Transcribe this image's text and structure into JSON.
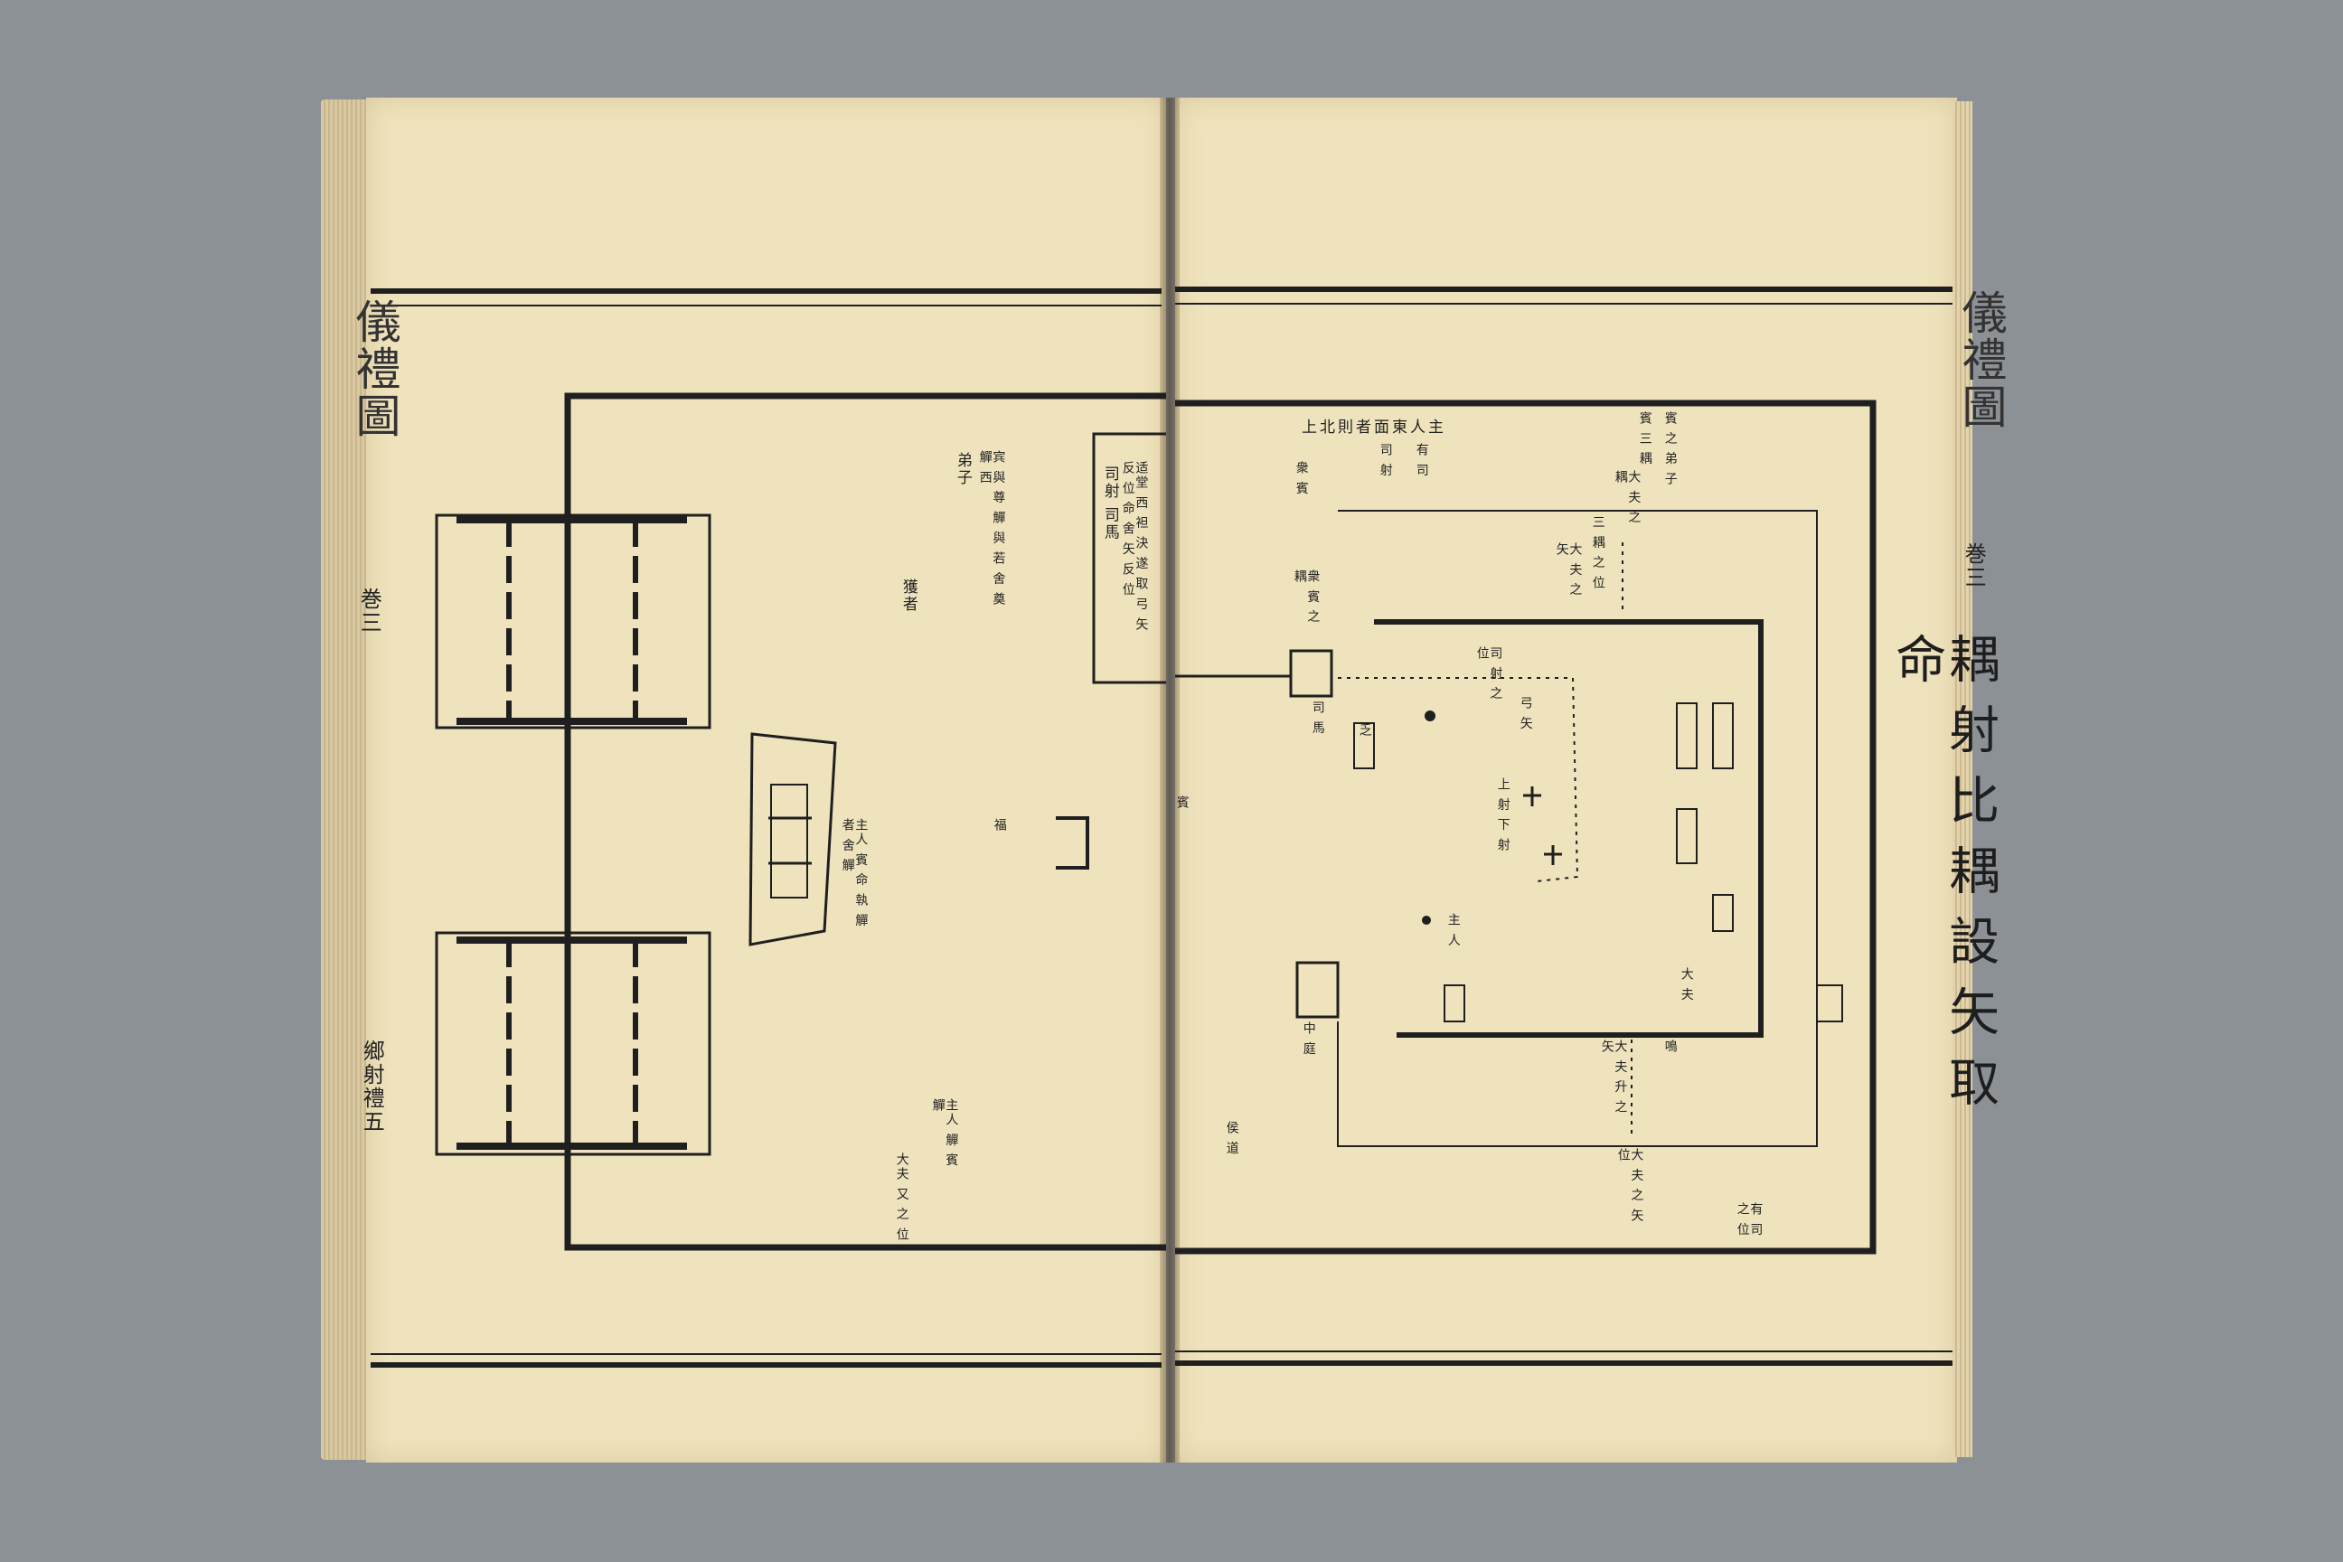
{
  "left_page": {
    "margin_title": "儀禮圖",
    "margin_volume": "巻三",
    "margin_chapter": "鄉射禮五",
    "labels": {
      "hou": "獲者",
      "dizi": "弟子",
      "disciples_note": "宾 與 尊 觶 與 若 舍 奠 觶 西",
      "sishe": "司射 司馬",
      "sishe_note": "适堂 西 袒 決 遂 取 弓 矢 反 位 命 舍 矢 反 位",
      "center_note": "主人 賓 命 執 觶 者 舍 觶",
      "fu": "福",
      "bottom_note": "大夫 又 之 位",
      "bottom_note2": "主人 觶 賓 觶"
    }
  },
  "right_page": {
    "margin_title": "儀禮圖",
    "margin_volume": "巻三",
    "main_title": "耦射比耦設矢取命",
    "top_caption": "主人東面者則北上",
    "labels": {
      "c1": "賓 之 弟 子",
      "c2": "賓 三 耦",
      "c3": "大 夫 之 耦",
      "c4": "三 耦 之 位",
      "c5": "大 夫 之 矢",
      "c6": "有 司",
      "c7": "司 射",
      "c8": "衆 賓",
      "c9": "衆 賓 之 耦",
      "c10": "司 射 之 位",
      "c11": "弓 矢",
      "c12": "司 馬",
      "c13": "上 射 下 射",
      "c14": "乏",
      "c15": "大 夫",
      "c16": "鳴",
      "c17": "大 夫 升 之 矢",
      "c18": "大 夫 之 矢 位",
      "c19": "主 人",
      "c20": "有 司 之 位",
      "c21": "中 庭",
      "c22": "侯 道",
      "c23": "賓"
    }
  }
}
